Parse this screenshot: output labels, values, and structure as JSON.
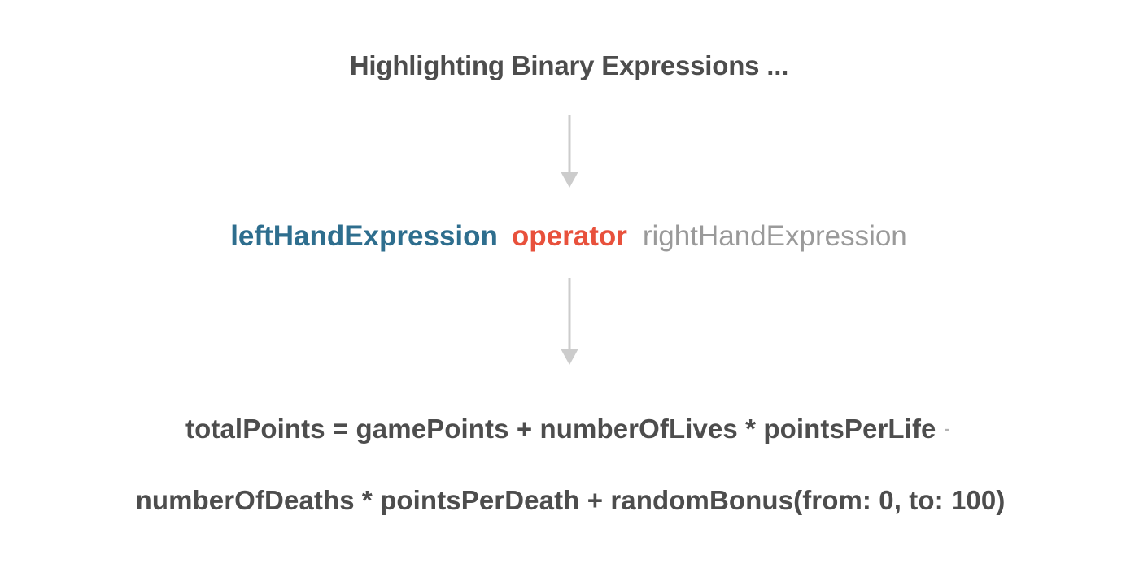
{
  "slide": {
    "background_color": "#ffffff",
    "title": "Highlighting Binary Expressions ..."
  },
  "pattern": {
    "left_hand": "leftHandExpression",
    "operator": "operator",
    "right_hand": "rightHandExpression",
    "left_hand_color": "#2e6e8e",
    "operator_color": "#e8513c",
    "right_hand_color": "#9a9a9a"
  },
  "arrows": {
    "arrow_1_label": "down-arrow",
    "arrow_2_label": "down-arrow",
    "color": "#cccccc"
  },
  "code": {
    "line_1": "totalPoints  =  gamePoints + numberOfLives * pointsPerLife",
    "line_1_trailing_operator": "-",
    "line_2": "numberOfDeaths * pointsPerDeath + randomBonus(from: 0, to: 100)",
    "text_color": "#4d4d4d",
    "trailing_operator_color": "#b3b3b3"
  }
}
